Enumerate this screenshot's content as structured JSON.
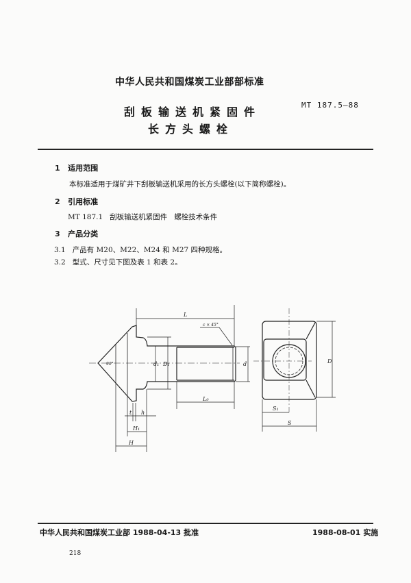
{
  "header": {
    "issuer": "中华人民共和国煤炭工业部部标准",
    "standard_code": "MT 187.5—88",
    "title_line1": "刮板输送机紧固件",
    "title_line2": "长方头螺栓"
  },
  "sections": [
    {
      "number": "1",
      "heading": "适用范围",
      "text": "本标准适用于煤矿井下刮板输送机采用的长方头螺栓(以下简称螺栓)。"
    },
    {
      "number": "2",
      "heading": "引用标准",
      "ref_code": "MT 187.1",
      "ref_title": "刮板输送机紧固件",
      "ref_subtitle": "螺栓技术条件"
    },
    {
      "number": "3",
      "heading": "产品分类",
      "items": [
        {
          "number": "3.1",
          "text": "产品有 M20、M22、M24 和 M27 四种规格。"
        },
        {
          "number": "3.2",
          "text": "型式、尺寸见下图及表 1 和表 2。"
        }
      ]
    }
  ],
  "drawing": {
    "labels": {
      "L": "L",
      "chamfer": "c × 45°",
      "angle": "90°",
      "d1": "d₁",
      "D1": "D₁",
      "d": "d",
      "L0": "L₀",
      "t": "t",
      "h": "h",
      "H1": "H₁",
      "H": "H",
      "S1": "S₁",
      "S": "S",
      "D": "D"
    }
  },
  "footer": {
    "approval": "中华人民共和国煤炭工业部 1988-04-13 批准",
    "implementation": "1988-08-01 实施",
    "page_number": "218"
  }
}
